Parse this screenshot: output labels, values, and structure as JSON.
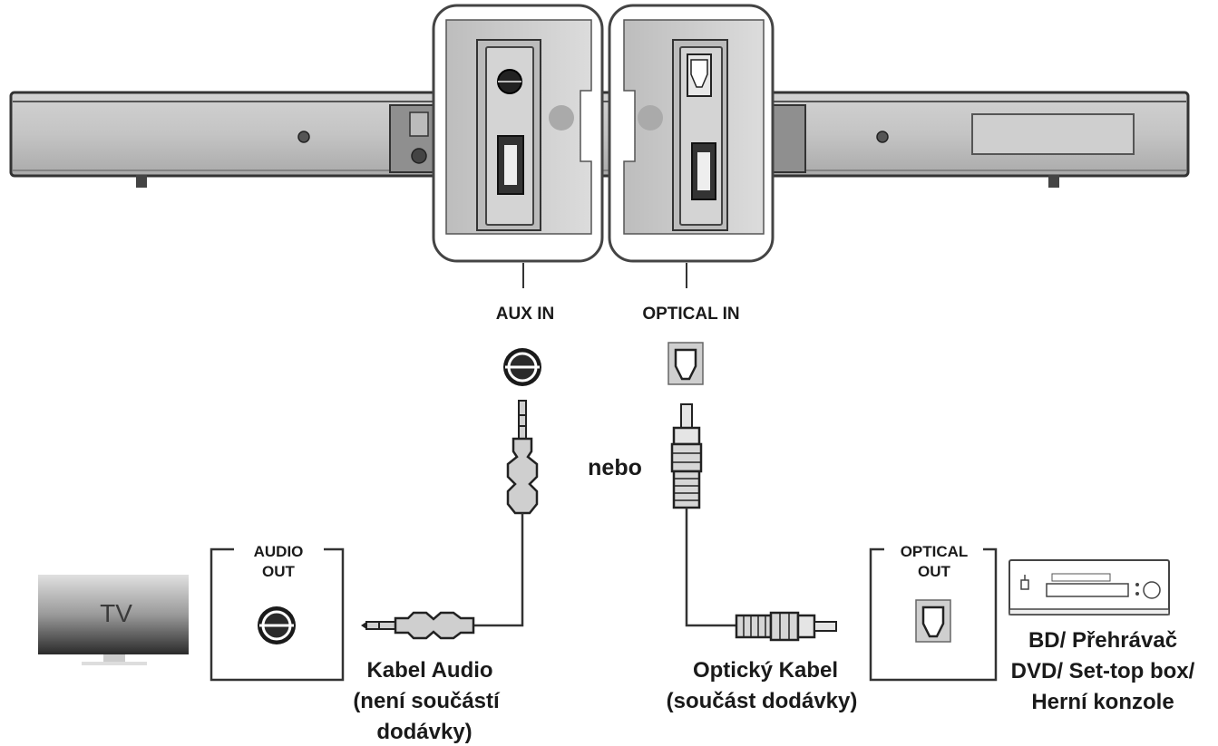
{
  "labels": {
    "aux_in": "AUX IN",
    "optical_in": "OPTICAL IN",
    "nebo": "nebo",
    "audio_out_1": "AUDIO",
    "audio_out_2": "OUT",
    "optical_out_1": "OPTICAL",
    "optical_out_2": "OUT",
    "tv": "TV",
    "audio_cable_1": "Kabel Audio",
    "audio_cable_2": "(není součástí",
    "audio_cable_3": "dodávky)",
    "optical_cable_1": "Optický Kabel",
    "optical_cable_2": "(součást dodávky)",
    "device_1": "BD/ Přehrávač",
    "device_2": "DVD/ Set-top box/",
    "device_3": "Herní konzole"
  }
}
